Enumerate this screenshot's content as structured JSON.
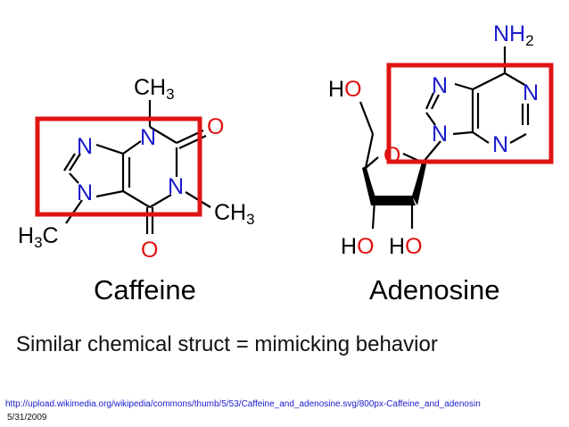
{
  "colors": {
    "nitrogen": "#1a1acc",
    "oxygen": "#e01010",
    "highlight_box": "#e01414"
  },
  "caffeine": {
    "name": "Caffeine",
    "atoms": {
      "ch3_top": "CH",
      "ch3_top_sub": "3",
      "ch3_right": "CH",
      "ch3_right_sub": "3",
      "h3c_left": "H",
      "h3c_left_sub": "3",
      "h3c_left_c": "C",
      "n1": "N",
      "n3": "N",
      "n7": "N",
      "n9": "N",
      "o_right": "O",
      "o_bottom": "O"
    }
  },
  "adenosine": {
    "name": "Adenosine",
    "atoms": {
      "nh2": "NH",
      "nh2_sub": "2",
      "n1": "N",
      "n3": "N",
      "n7": "N",
      "n9": "N",
      "ring_o": "O",
      "ho_top_h": "H",
      "ho_top_o": "O",
      "ho_left_h": "H",
      "ho_left_o": "O",
      "ho_right_h": "H",
      "ho_right_o": "O"
    }
  },
  "caption": "Similar chemical struct = mimicking behavior",
  "source_url": "http://upload.wikimedia.org/wikipedia/commons/thumb/5/53/Caffeine_and_adenosine.svg/800px-Caffeine_and_adenosin",
  "date": "5/31/2009"
}
